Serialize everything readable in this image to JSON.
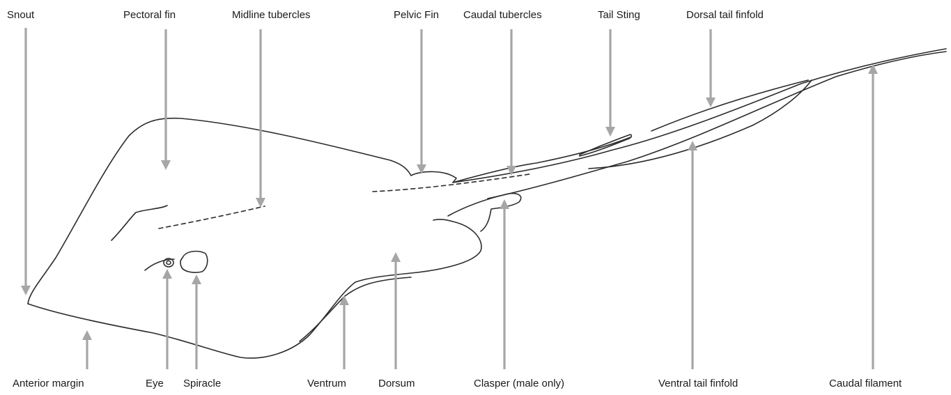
{
  "labels": {
    "snout": "Snout",
    "pectoral_fin": "Pectoral fin",
    "midline_tubercles": "Midline tubercles",
    "pelvic_fin": "Pelvic Fin",
    "caudal_tubercles": "Caudal tubercles",
    "tail_sting": "Tail Sting",
    "dorsal_tail_finfold": "Dorsal tail finfold",
    "anterior_margin": "Anterior margin",
    "eye": "Eye",
    "spiracle": "Spiracle",
    "ventrum": "Ventrum",
    "dorsum": "Dorsum",
    "clasper": "Clasper (male only)",
    "ventral_tail_finfold": "Ventral tail finfold",
    "caudal_filament": "Caudal filament"
  },
  "colors": {
    "arrow": "#a6a6a6",
    "outline": "#2b2b2b",
    "text": "#1a1a1a"
  }
}
